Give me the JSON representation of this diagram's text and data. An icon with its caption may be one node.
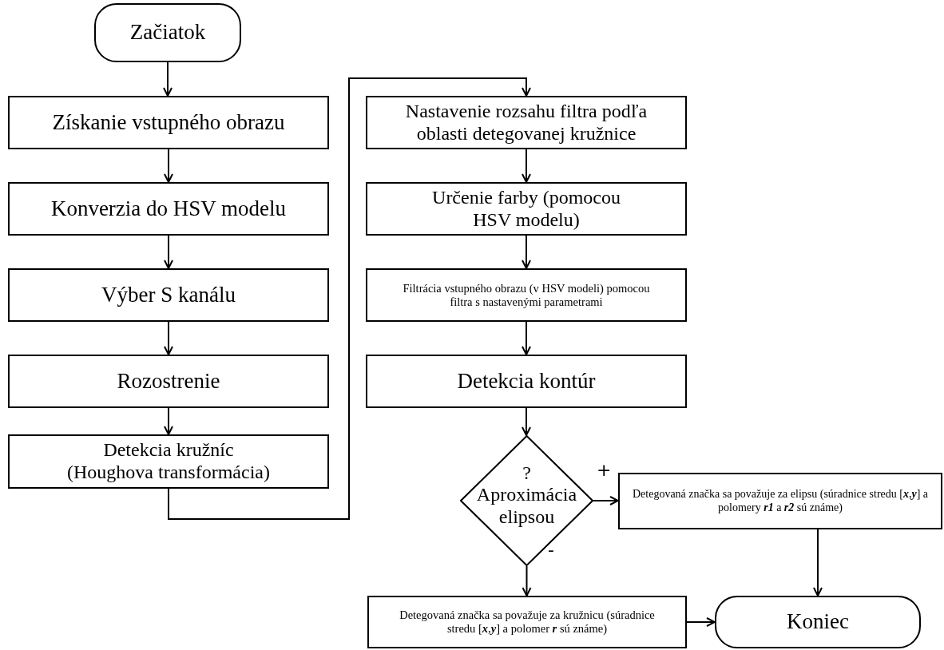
{
  "diagram": {
    "nodes": [
      {
        "text": [
          "Začiatok"
        ]
      },
      {
        "text": [
          "Získanie vstupného obrazu"
        ]
      },
      {
        "text": [
          "Konverzia do HSV modelu"
        ]
      },
      {
        "text": [
          "Výber S kanálu"
        ]
      },
      {
        "text": [
          "Rozostrenie"
        ]
      },
      {
        "text": [
          "Detekcia kružníc (Houghova transformácia)"
        ]
      },
      {
        "text": [
          "Nastavenie rozsahu filtra podľa oblasti detegovanej kružnice"
        ]
      },
      {
        "text": [
          "Určenie farby (pomocou HSV modelu)"
        ]
      },
      {
        "text": [
          "Filtrácia vstupného obrazu (v HSV modeli) pomocou filtra s nastavenými parametrami"
        ]
      },
      {
        "text": [
          "Detekcia kontúr"
        ]
      },
      {
        "text": [
          "?",
          "Aproximácia elipsou"
        ]
      },
      {
        "text": [
          "Detegovaná značka sa považuje za elipsu (súradnice stredu [**x**,**y**] a polomery **r1** a **r2** sú známe)"
        ]
      },
      {
        "text": [
          "Detegovaná značka sa považuje za kružnicu (súradnice stredu [**x**,**y**] a polomer **r** sú známe)"
        ]
      },
      {
        "text": [
          "Koniec"
        ]
      }
    ],
    "edges": [
      {
        "from": 0,
        "to": 1,
        "arrow": "to"
      },
      {
        "from": 1,
        "to": 2,
        "arrow": "to"
      },
      {
        "from": 2,
        "to": 3,
        "arrow": "to"
      },
      {
        "from": 3,
        "to": 4,
        "arrow": "to"
      },
      {
        "from": 4,
        "to": 5,
        "arrow": "to"
      },
      {
        "from": 5,
        "to": 6,
        "arrow": "to"
      },
      {
        "from": 6,
        "to": 7,
        "arrow": "to"
      },
      {
        "from": 7,
        "to": 8,
        "arrow": "to"
      },
      {
        "from": 8,
        "to": 9,
        "arrow": "to"
      },
      {
        "from": 9,
        "to": 10,
        "arrow": "to"
      },
      {
        "from": 10,
        "to": 11,
        "arrow": "to",
        "label": "+"
      },
      {
        "from": 10,
        "to": 12,
        "arrow": "to",
        "label": "-"
      },
      {
        "from": 11,
        "to": 13,
        "arrow": "to"
      },
      {
        "from": 12,
        "to": 13,
        "arrow": "to"
      }
    ]
  }
}
